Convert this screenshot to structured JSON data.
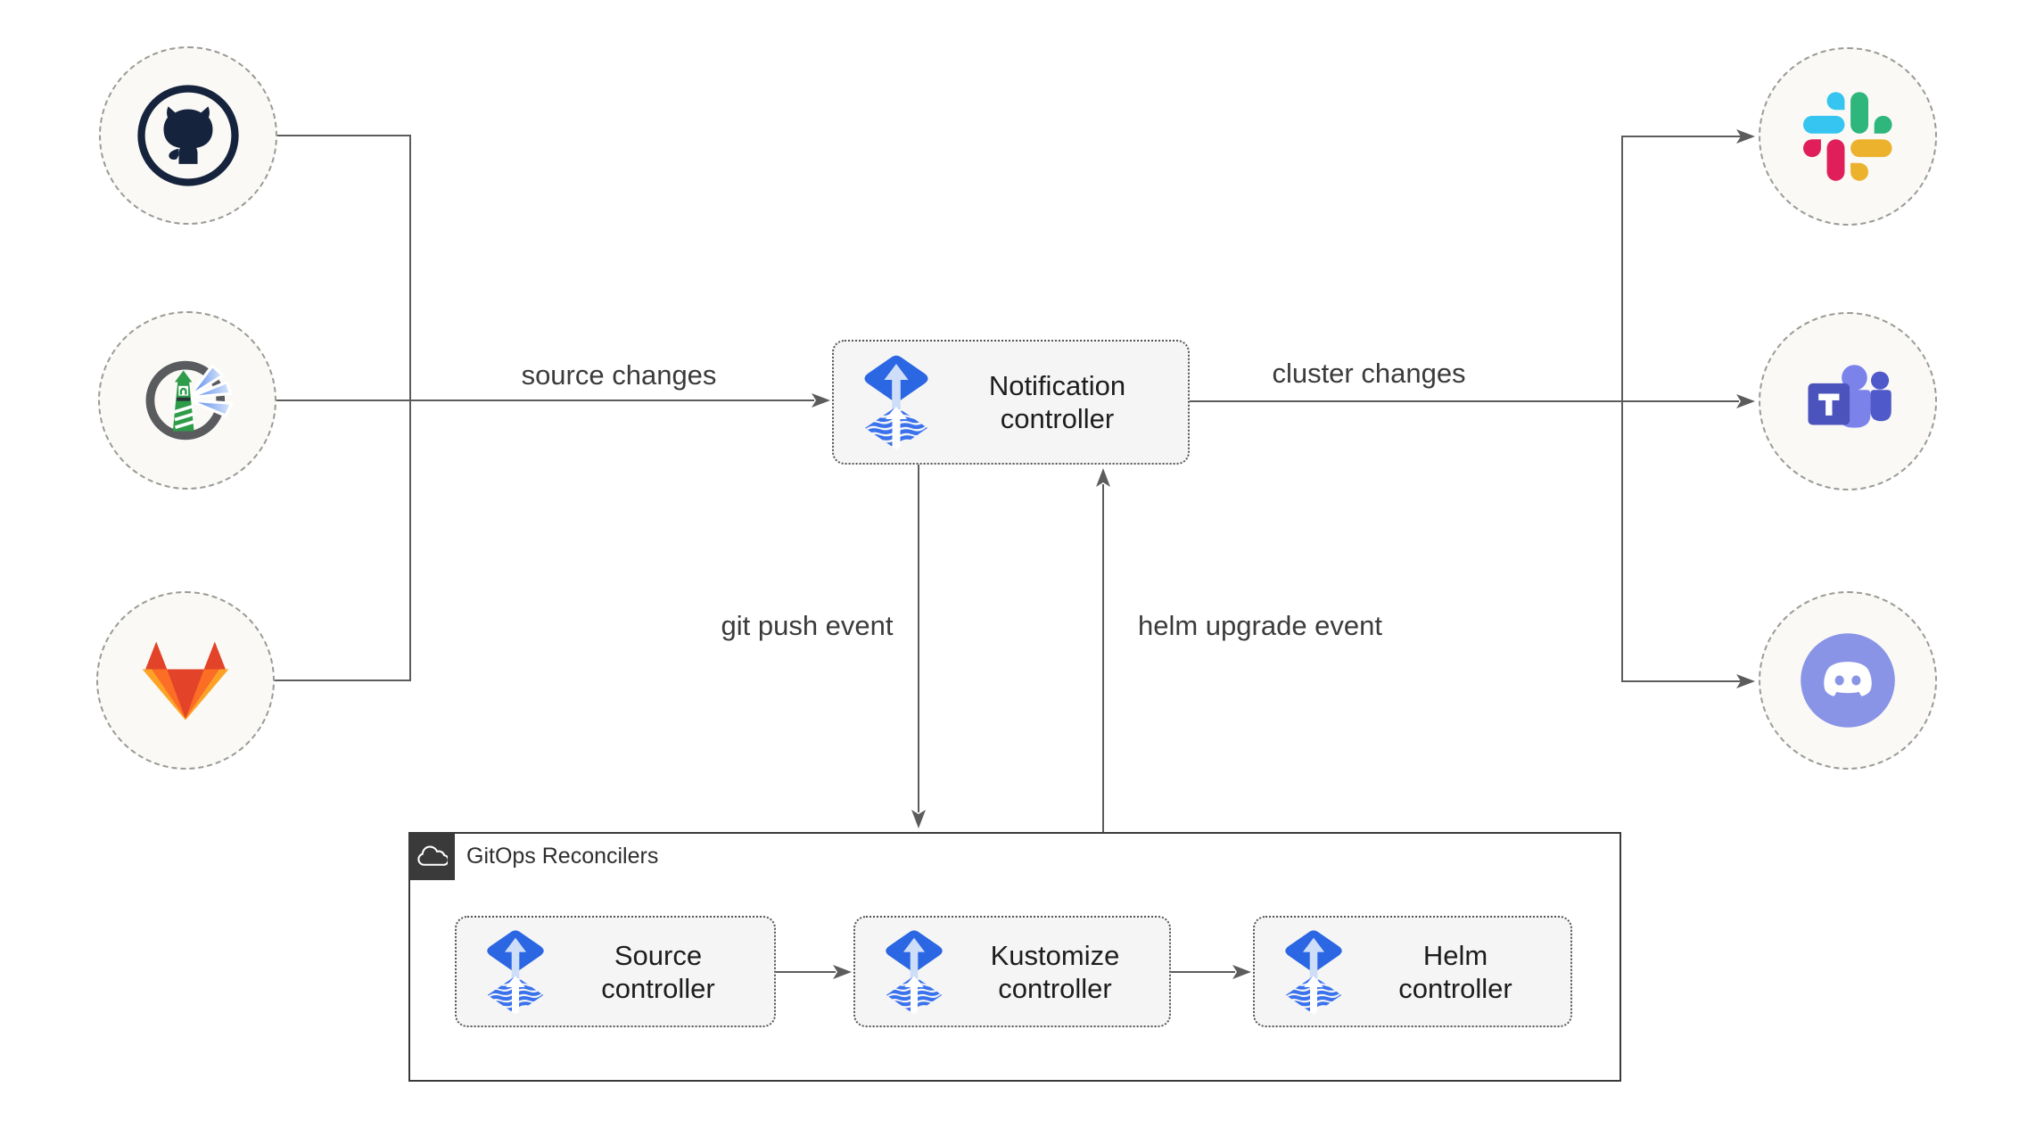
{
  "nodes": {
    "notification": {
      "lines": [
        "Notification",
        "controller"
      ],
      "icon": "flux-icon"
    },
    "source": {
      "lines": [
        "Source",
        "controller"
      ],
      "icon": "flux-icon"
    },
    "kustomize": {
      "lines": [
        "Kustomize",
        "controller"
      ],
      "icon": "flux-icon"
    },
    "helm": {
      "lines": [
        "Helm",
        "controller"
      ],
      "icon": "flux-icon"
    }
  },
  "container": {
    "label": "GitOps Reconcilers",
    "icon": "cloud-icon"
  },
  "edge_labels": {
    "source_changes": "source changes",
    "cluster_changes": "cluster changes",
    "git_push": "git push event",
    "helm_upgrade": "helm upgrade event"
  },
  "source_icons": [
    "github-icon",
    "harbor-icon",
    "gitlab-icon"
  ],
  "notifier_icons": [
    "slack-icon",
    "teams-icon",
    "discord-icon"
  ],
  "colors": {
    "edge": "#5c5c5c",
    "edge_text": "#3b3b3b",
    "node_text": "#1d1d1d",
    "node_fill": "#f5f5f5",
    "node_border": "#555555",
    "circle_fill": "#faf9f6",
    "circle_border": "#9a9a96",
    "container_border": "#3a3a3a",
    "label_square": "#3a3a3a",
    "flux_blue": "#2b66e3",
    "flux_wave_blue": "#3a72ee",
    "flux_light": "#cfdef8",
    "github_dark": "#15233c",
    "harbor_green": "#2e9c49",
    "harbor_ring": "#595b5e",
    "gitlab_red": "#e24329",
    "gitlab_orange": "#fc6d26",
    "gitlab_yellow": "#fca326",
    "slack_blue": "#36c5f0",
    "slack_green": "#2eb67d",
    "slack_yellow": "#ecb22e",
    "slack_red": "#e01e5a",
    "teams_purple": "#4b53bc",
    "teams_light": "#7b83eb",
    "teams_mid": "#5059c9",
    "discord_periwinkle": "#8994e7"
  }
}
